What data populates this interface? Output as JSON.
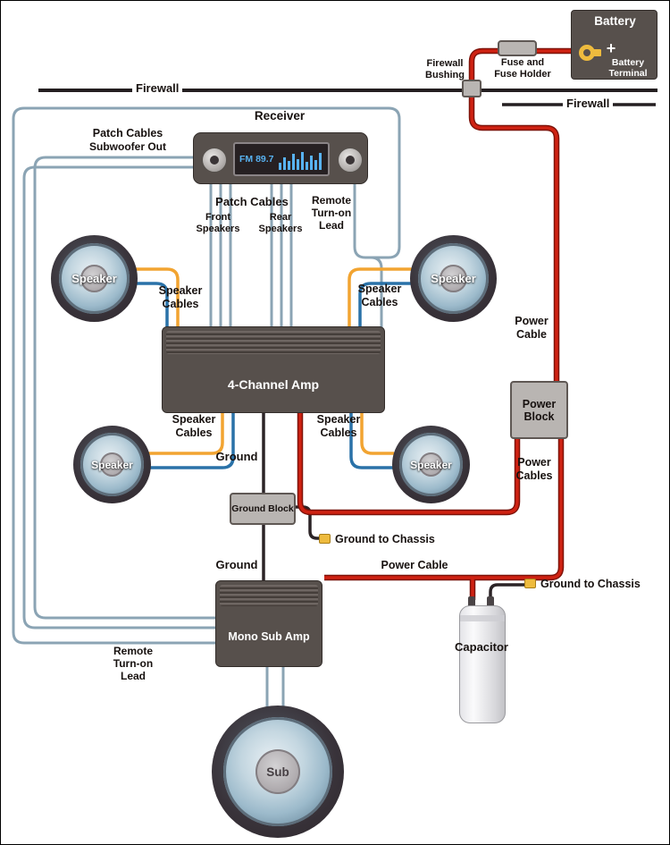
{
  "colors": {
    "cable_red": "#cf2212",
    "cable_red_edge": "#7e130a",
    "cable_signal": "#8ba4b4",
    "cable_speaker_orange": "#f2a431",
    "cable_speaker_blue": "#2a72a8",
    "cable_ground": "#2b2326",
    "box_dark": "#57504c",
    "block_gray": "#b9b5b2",
    "connector_gold": "#eebb3e",
    "display_blue": "#58b2f2"
  },
  "firewall": {
    "label_left": "Firewall",
    "label_right": "Firewall"
  },
  "battery": {
    "title": "Battery",
    "plus": "+",
    "terminal_lines": [
      "Battery",
      "Terminal"
    ]
  },
  "fuse_holder": {
    "label_lines": [
      "Fuse and",
      "Fuse Holder"
    ]
  },
  "firewall_bushing": {
    "label_lines": [
      "Firewall",
      "Bushing"
    ]
  },
  "receiver": {
    "title": "Receiver",
    "display_text": "FM 89.7"
  },
  "patch_left": {
    "title": "Patch Cables",
    "subtitle": "Subwoofer Out"
  },
  "patch_center": {
    "title": "Patch Cables",
    "front_label": "Front Speakers",
    "rear_label": "Rear Speakers"
  },
  "remote_lead": {
    "top_lines": [
      "Remote",
      "Turn-on",
      "Lead"
    ],
    "bottom_lines": [
      "Remote",
      "Turn-on",
      "Lead"
    ]
  },
  "speakers": {
    "label": "Speaker",
    "cables_lines": [
      "Speaker",
      "Cables"
    ]
  },
  "amp_4ch": {
    "label": "4-Channel Amp"
  },
  "amp_sub": {
    "label": "Mono Sub Amp"
  },
  "power": {
    "cable_lines": [
      "Power",
      "Cable"
    ],
    "block_lines": [
      "Power",
      "Block"
    ],
    "cables_lines": [
      "Power",
      "Cables"
    ],
    "cable_bottom": "Power Cable"
  },
  "ground": {
    "label_top": "Ground",
    "block_label": "Ground Block",
    "label_bottom": "Ground",
    "chassis_right_of_block": "Ground to Chassis",
    "chassis_capacitor": "Ground to Chassis"
  },
  "capacitor": {
    "label": "Capacitor"
  },
  "subwoofer": {
    "label": "Sub"
  }
}
